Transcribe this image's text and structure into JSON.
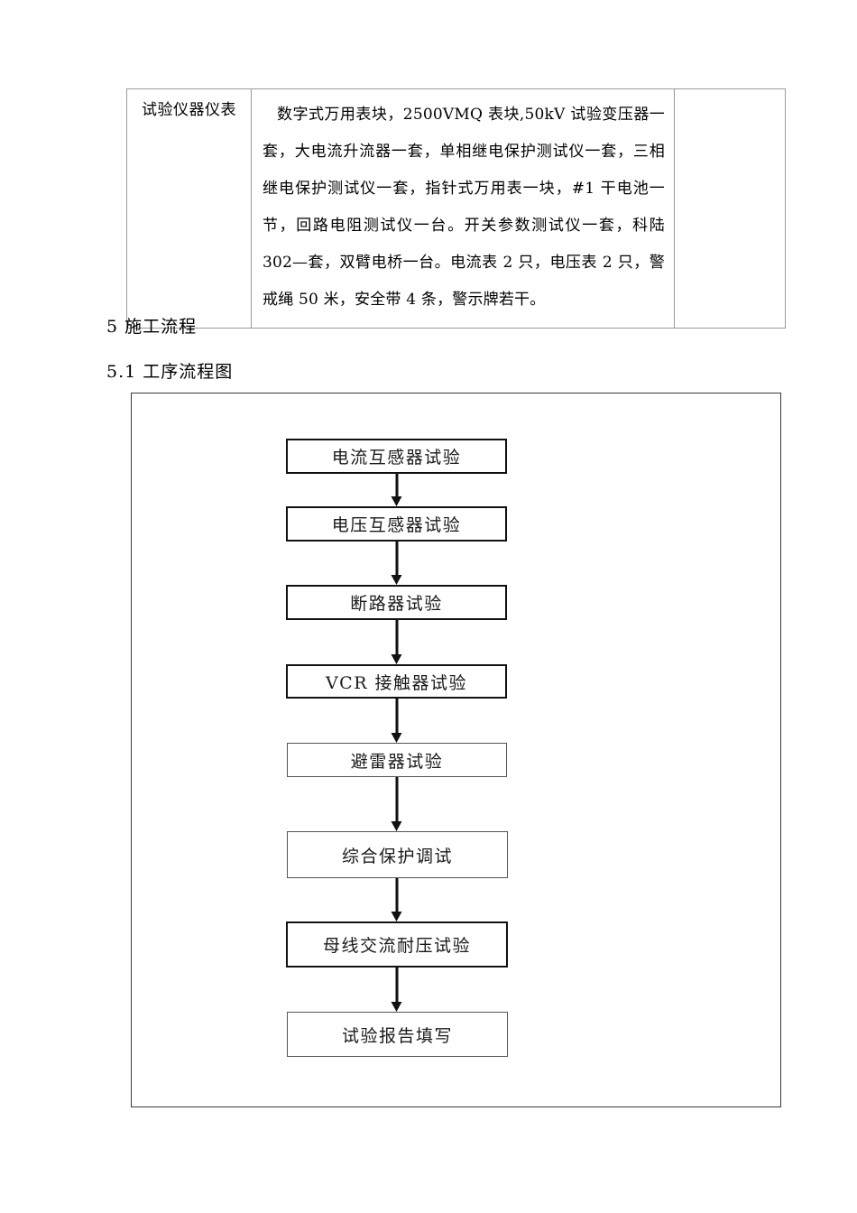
{
  "table": {
    "rows": [
      {
        "label": "试验仪器仪表",
        "body": "数字式万用表块，2500VMQ 表块,50kV 试验变压器一套，大电流升流器一套，单相继电保护测试仪一套，三相继电保护测试仪一套，指针式万用表一块，#1 干电池一节，回路电阻测试仪一台。开关参数测试仪一套，科陆 302—套，双臂电桥一台。电流表 2 只，电压表 2 只，警戒绳 50 米，安全带 4 条，警示牌若干。",
        "extra": ""
      }
    ]
  },
  "headings": {
    "section_5": "5 施工流程",
    "section_5_1": "5.1 工序流程图"
  },
  "flowchart": {
    "nodes": [
      {
        "id": "node-1",
        "label": "电流互感器试验"
      },
      {
        "id": "node-2",
        "label": "电压互感器试验"
      },
      {
        "id": "node-3",
        "label": "断路器试验"
      },
      {
        "id": "node-4",
        "label": "VCR 接触器试验"
      },
      {
        "id": "node-5",
        "label": "避雷器试验"
      },
      {
        "id": "node-6",
        "label": "综合保护调试"
      },
      {
        "id": "node-7",
        "label": "母线交流耐压试验"
      },
      {
        "id": "node-8",
        "label": "试验报告填写"
      }
    ],
    "connectors": [
      {
        "from": "node-1",
        "to": "node-2"
      },
      {
        "from": "node-2",
        "to": "node-3"
      },
      {
        "from": "node-3",
        "to": "node-4"
      },
      {
        "from": "node-4",
        "to": "node-5"
      },
      {
        "from": "node-5",
        "to": "node-6"
      },
      {
        "from": "node-6",
        "to": "node-7"
      },
      {
        "from": "node-7",
        "to": "node-8"
      }
    ]
  },
  "colors": {
    "ink": "#111111",
    "rule": "#9a9a9a",
    "frame": "#3a3a3a"
  }
}
